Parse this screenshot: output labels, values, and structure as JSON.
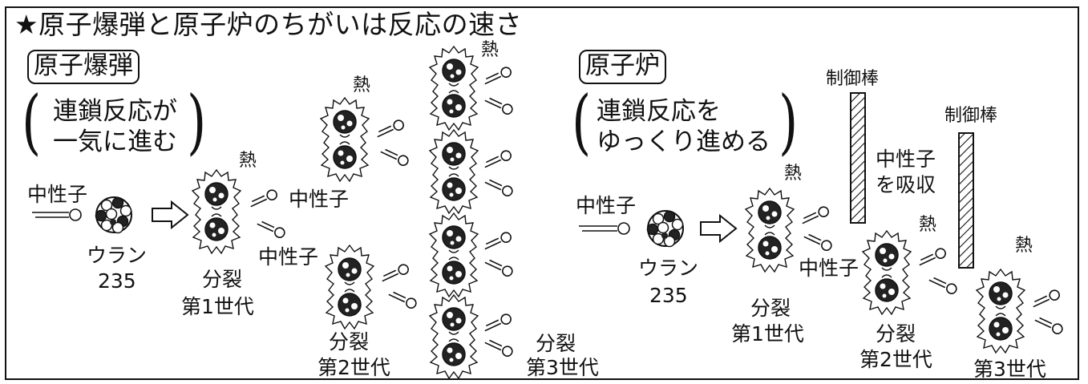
{
  "title": "★原子爆弾と原子炉のちがいは反応の速さ",
  "bomb": {
    "box_label": "原子爆弾",
    "desc_line1": "連鎖反応が",
    "desc_line2": "一気に進む",
    "neutron_in": "中性子",
    "uranium_line1": "ウラン",
    "uranium_line2": "235",
    "gen1_line1": "分裂",
    "gen1_line2": "第1世代",
    "gen2_line1": "分裂",
    "gen2_line2": "第2世代",
    "gen3_line1": "分裂",
    "gen3_line2": "第3世代",
    "neutron_a": "中性子",
    "neutron_b": "中性子",
    "heat_1": "熱",
    "heat_2": "熱",
    "heat_3": "熱"
  },
  "reactor": {
    "box_label": "原子炉",
    "desc_line1": "連鎖反応を",
    "desc_line2": "ゆっくり進める",
    "neutron_in": "中性子",
    "uranium_line1": "ウラン",
    "uranium_line2": "235",
    "gen1_line1": "分裂",
    "gen1_line2": "第1世代",
    "gen2_line1": "分裂",
    "gen2_line2": "第2世代",
    "gen3_line1": "第3世代",
    "neutron_a": "中性子",
    "absorb_line1": "中性子",
    "absorb_line2": "を吸収",
    "rod_1": "制御棒",
    "rod_2": "制御棒",
    "heat_1": "熱",
    "heat_2": "熱",
    "heat_3": "熱"
  },
  "colors": {
    "ink": "#111111",
    "paper": "#ffffff"
  }
}
